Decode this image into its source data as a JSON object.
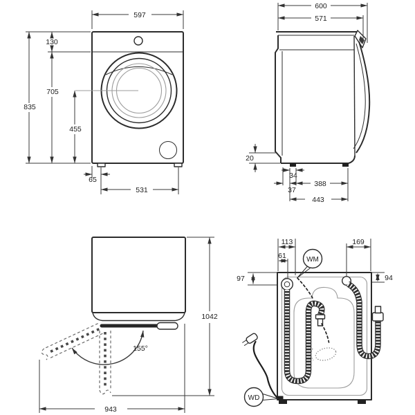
{
  "colors": {
    "line": "#2b2b2b",
    "dim": "#3a3a3a",
    "soft": "#9b9b9b",
    "text": "#1c1c1c",
    "background": "#ffffff"
  },
  "views": {
    "front": {
      "dims": {
        "cabinet_width": "597",
        "total_height": "835",
        "top_to_panel": "130",
        "panel_to_floor": "705",
        "door_center_to_floor": "455",
        "side_to_foot": "65",
        "feet_spacing": "531"
      }
    },
    "side": {
      "dims": {
        "total_depth": "600",
        "cabinet_depth": "571",
        "rear_bottom_gap": "20",
        "rear_foot_width": "34",
        "rear_edge_to_foot": "37",
        "feet_distance": "388",
        "feet_span": "443"
      }
    },
    "top": {
      "dims": {
        "door_opening_angle": "155°",
        "depth_door_open": "1042",
        "width_door_open": "943"
      }
    },
    "rear": {
      "dims": {
        "mark_from_left": "113",
        "drain_from_left": "61",
        "inlet_from_right": "169",
        "left_connection_drop": "97",
        "right_connection_drop": "94"
      },
      "labels": {
        "water_mark": "WM",
        "drain_mark": "WD"
      }
    }
  }
}
